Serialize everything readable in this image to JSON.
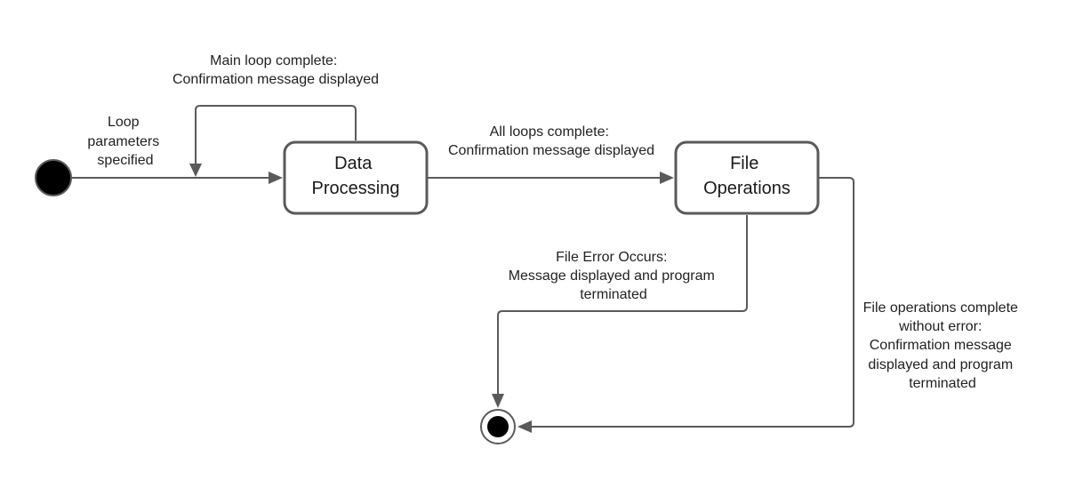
{
  "diagram": {
    "states": [
      {
        "id": "data-processing",
        "lines": [
          "Data",
          "Processing"
        ]
      },
      {
        "id": "file-operations",
        "lines": [
          "File",
          "Operations"
        ]
      }
    ],
    "transitions": [
      {
        "id": "loop-parameters",
        "lines": [
          "Loop",
          "parameters",
          "specified"
        ]
      },
      {
        "id": "main-loop",
        "lines": [
          "Main loop complete:",
          "Confirmation message displayed"
        ]
      },
      {
        "id": "all-loops",
        "lines": [
          "All loops complete:",
          "Confirmation message displayed"
        ]
      },
      {
        "id": "file-error",
        "lines": [
          "File Error Occurs:",
          "Message displayed and program",
          "terminated"
        ]
      },
      {
        "id": "file-ops-complete",
        "lines": [
          "File operations complete",
          "without error:",
          "Confirmation message",
          "displayed and program",
          "terminated"
        ]
      }
    ]
  },
  "colors": {
    "line": "#5a5a5a",
    "node_fill": "#000000",
    "text": "#222222"
  }
}
